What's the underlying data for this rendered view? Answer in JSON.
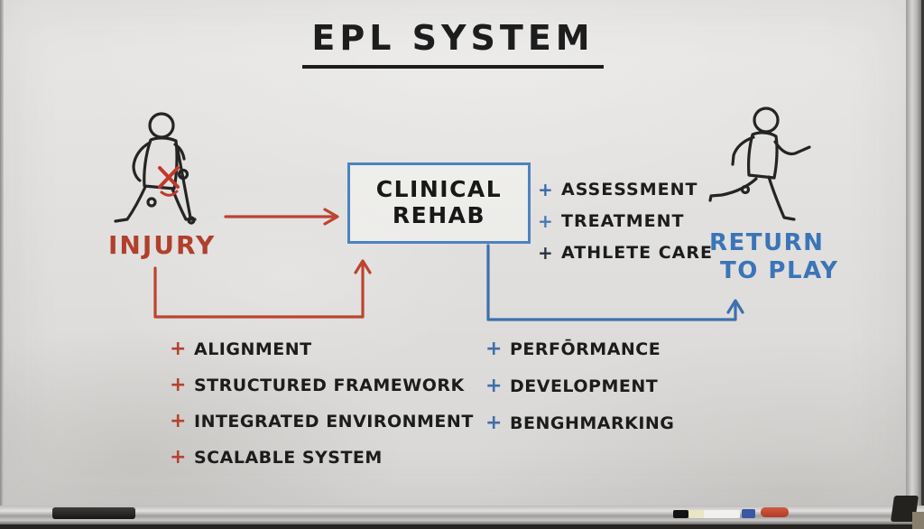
{
  "title": "EPL SYSTEM",
  "nodes": {
    "injury": "INJURY",
    "clinical_rehab": [
      "CLINICAL",
      "REHAB"
    ],
    "return_to_play": [
      "RETURN",
      "TO PLAY"
    ]
  },
  "rehab_services": {
    "items": [
      {
        "bullet": "+",
        "text": "ASSESSMENT"
      },
      {
        "bullet": "+",
        "text": "TREATMENT"
      },
      {
        "bullet": "+",
        "text": "ATHLETE CARE"
      }
    ]
  },
  "system_pillars": {
    "items": [
      {
        "bullet": "+",
        "text": "ALIGNMENT"
      },
      {
        "bullet": "+",
        "text": "STRUCTURED FRAMEWORK"
      },
      {
        "bullet": "+",
        "text": "INTEGRATED ENVIRONMENT"
      },
      {
        "bullet": "+",
        "text": "SCALABLE SYSTEM"
      }
    ]
  },
  "outcomes": {
    "items": [
      {
        "bullet": "+",
        "text": "PERFŌRMANCE"
      },
      {
        "bullet": "+",
        "text": "DEVELOPMENT"
      },
      {
        "bullet": "+",
        "text": "BENGHMARKING"
      }
    ]
  },
  "icons": {
    "injured_athlete": "injured-athlete-icon",
    "injury_mark": "red-x-icon",
    "running_athlete": "running-athlete-icon"
  },
  "colors": {
    "ink_black": "#242424",
    "ink_red": "#bc4431",
    "ink_blue": "#3e70ad",
    "box_border": "#4d82c0",
    "injury_red": "#b0402c",
    "return_blue": "#3b74b8",
    "board_surface": "#e0dfdd"
  },
  "tray": {
    "items": [
      "eraser-black",
      "marker-black-cap",
      "marker-blue",
      "marker-red"
    ]
  }
}
